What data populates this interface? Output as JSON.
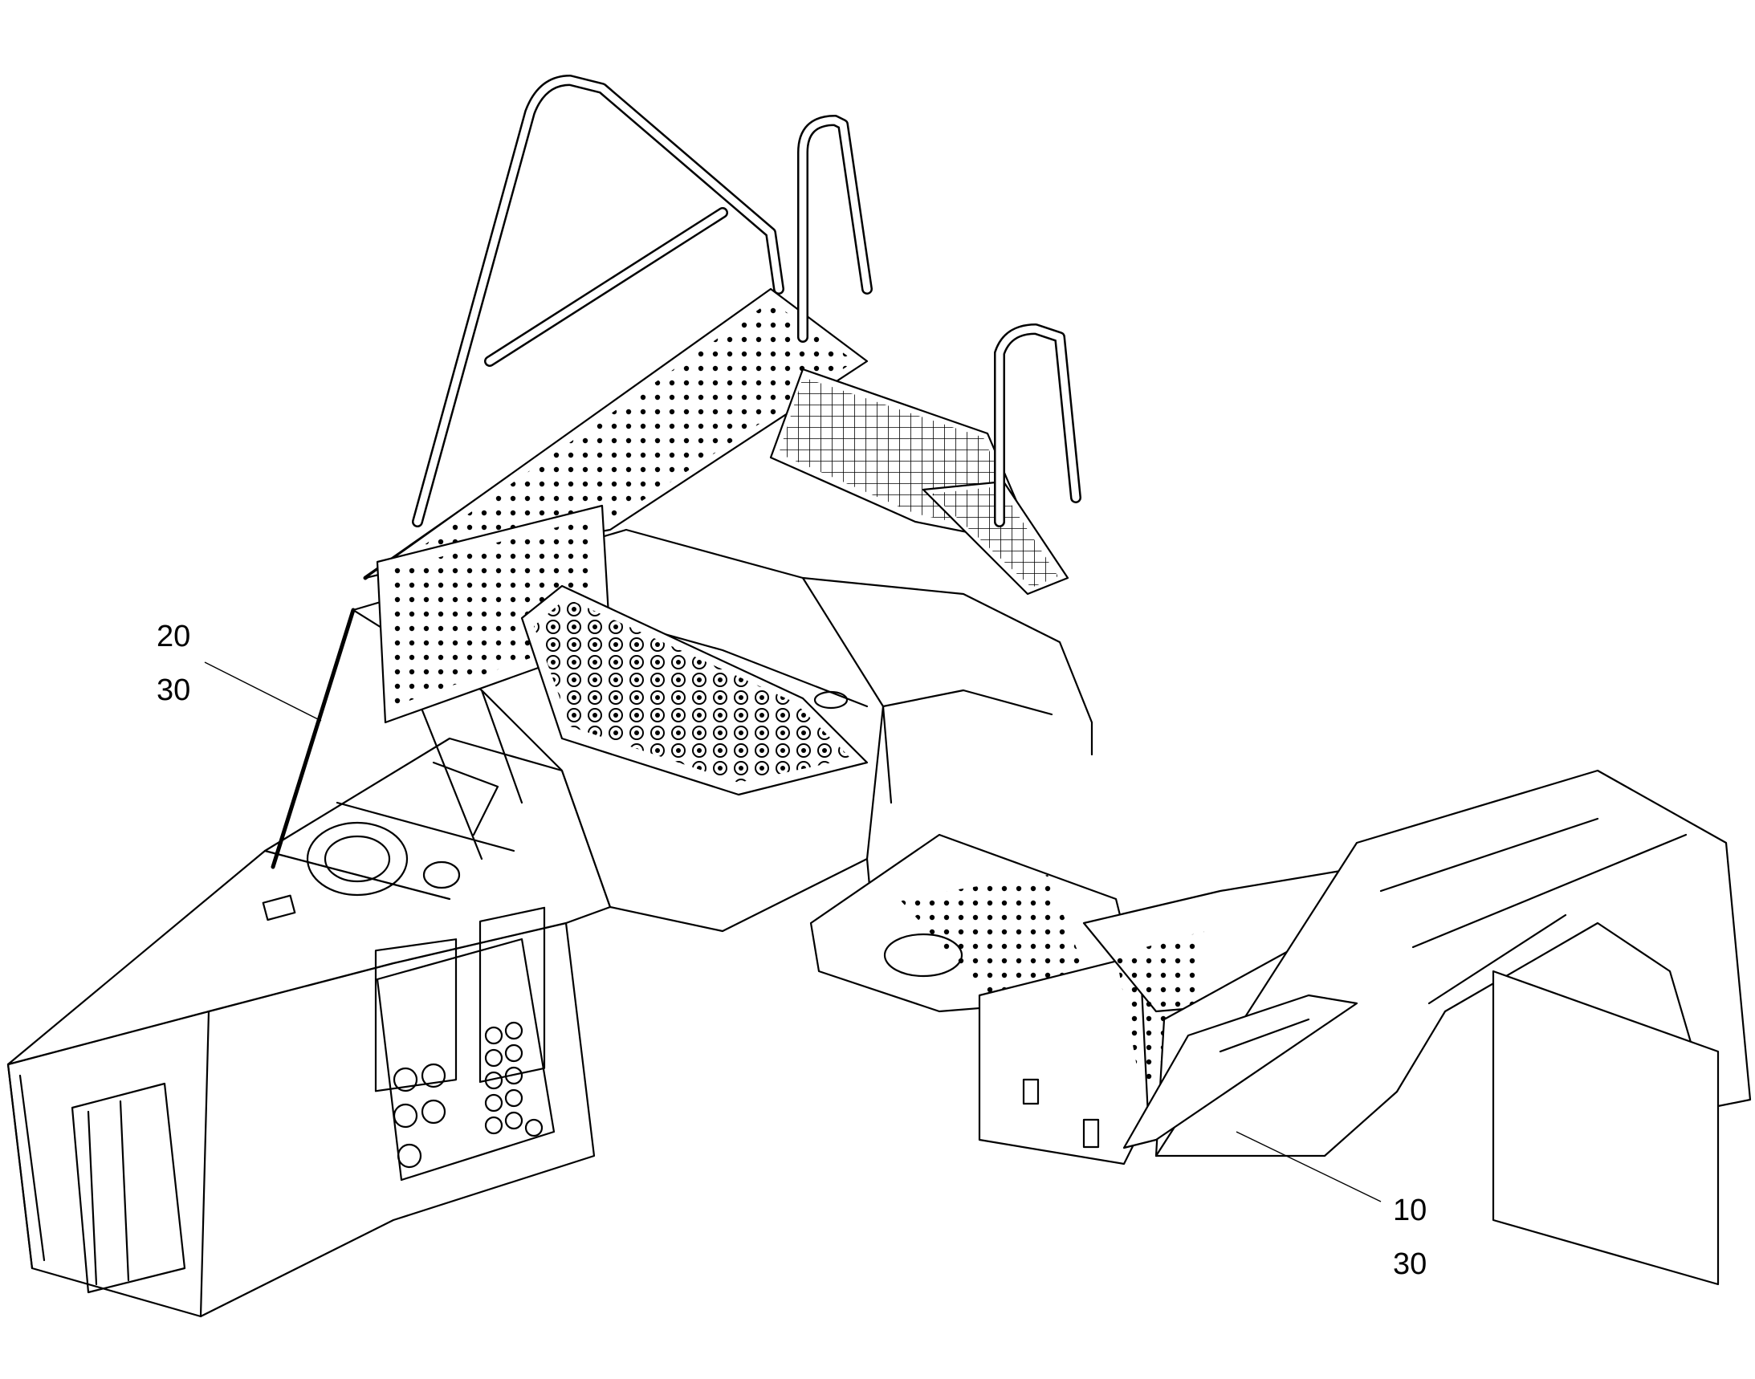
{
  "callouts": [
    {
      "id": "callout-left",
      "lines": [
        "20",
        "30"
      ]
    },
    {
      "id": "callout-right",
      "lines": [
        "10",
        "30"
      ]
    }
  ],
  "colors": {
    "ink": "#000000",
    "paper": "#ffffff"
  }
}
